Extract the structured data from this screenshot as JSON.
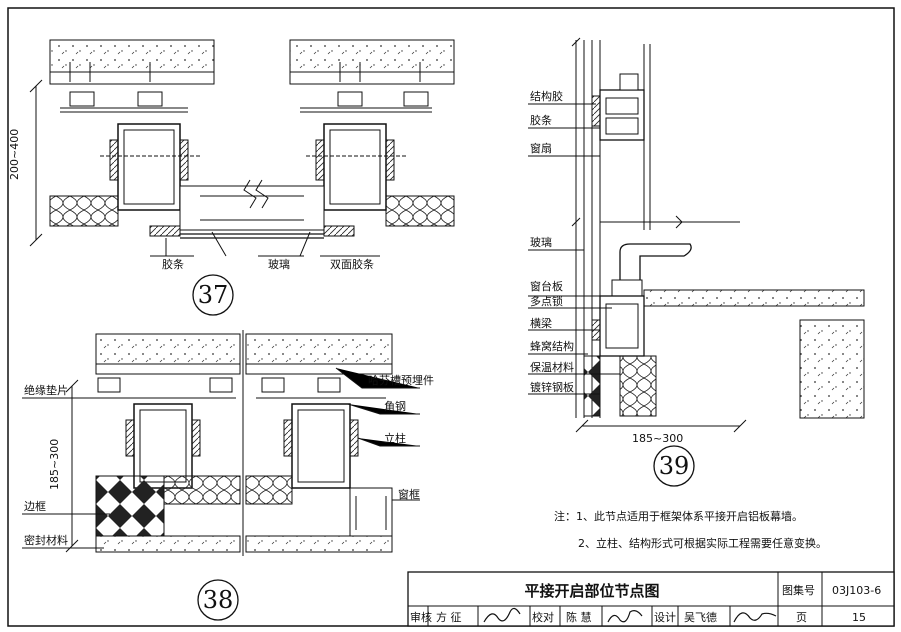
{
  "detail37": {
    "number": "37",
    "dim": "200~400",
    "labels": [
      "胶条",
      "玻璃",
      "双面胶条"
    ]
  },
  "detail38": {
    "number": "38",
    "dim": "185~300",
    "labels_left": [
      "绝缘垫片",
      "边框",
      "密封材料"
    ],
    "labels_right": [
      "哈芬槽预埋件",
      "角钢",
      "立柱",
      "窗框"
    ]
  },
  "detail39": {
    "number": "39",
    "dim": "185~300",
    "labels": [
      "结构胶",
      "胶条",
      "窗扇",
      "玻璃",
      "窗台板",
      "多点锁",
      "横梁",
      "蜂窝结构",
      "保温材料",
      "镀锌钢板"
    ]
  },
  "notes": [
    "注：1、此节点适用于框架体系平接开启铝板幕墙。",
    "2、立柱、结构形式可根据实际工程需要任意变换。"
  ],
  "title_block": {
    "title": "平接开启部位节点图",
    "atlas_label": "图集号",
    "atlas_no": "03J103-6",
    "review_label": "审核",
    "reviewer": "方 征",
    "check_label": "校对",
    "checker": "陈 慧",
    "design_label": "设计",
    "designer": "吴飞德",
    "page_label": "页",
    "page_no": "15"
  }
}
